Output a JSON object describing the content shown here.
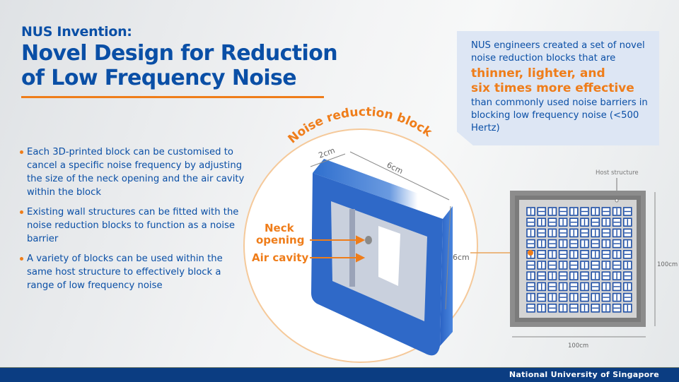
{
  "header": {
    "kicker": "NUS Invention:",
    "title_line1": "Novel Design for Reduction",
    "title_line2": "of Low Frequency Noise"
  },
  "bullets": [
    "Each 3D-printed block can be customised to cancel a specific noise frequency by adjusting the size of the neck opening and the air cavity within the block",
    "Existing wall structures can be fitted with the noise reduction blocks to function as a noise barrier",
    "A variety of blocks can be used within the same host structure to effectively block a range of low frequency noise"
  ],
  "callout": {
    "intro": "NUS engineers created a set of novel noise reduction blocks that are",
    "highlight_line1": "thinner, lighter, and",
    "highlight_line2": "six times more effective",
    "outro": "than commonly used noise barriers in blocking low frequency noise (<500 Hertz)"
  },
  "block_diagram": {
    "arc_title": "Noise reduction block",
    "depth_label": "2cm",
    "width_label": "6cm",
    "height_label": "6cm",
    "neck_label_line1": "Neck",
    "neck_label_line2": "opening",
    "cavity_label": "Air cavity"
  },
  "host_diagram": {
    "host_label": "Host structure",
    "width_label": "100cm",
    "height_label": "100cm",
    "grid_rows": 10,
    "grid_cols": 10
  },
  "colors": {
    "brand_blue": "#0a4fa6",
    "accent_orange": "#ef7d1a",
    "footer_blue": "#0b3d82"
  },
  "footer": {
    "institution": "National University of Singapore"
  }
}
